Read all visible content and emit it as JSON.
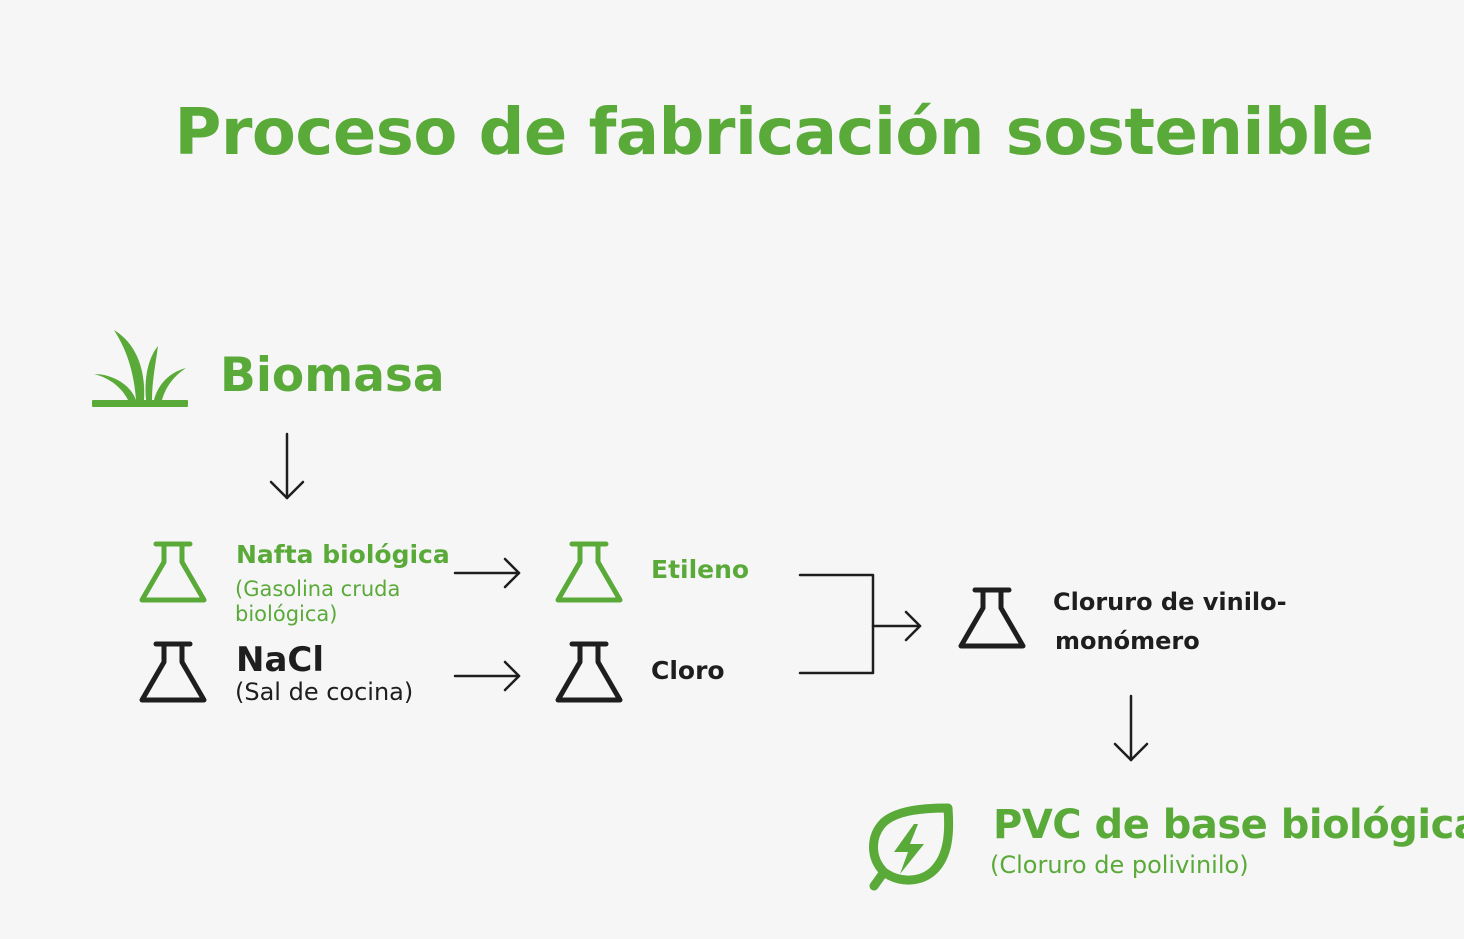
{
  "title": "Proceso de fabricación sostenible",
  "colors": {
    "green": "#5aaa3a",
    "dark": "#1e1e1e",
    "background": "#f6f6f6"
  },
  "nodes": {
    "biomasa": {
      "label": "Biomasa",
      "icon": "plant-sprout-icon"
    },
    "nafta": {
      "label": "Nafta biológica",
      "sub_line1": "(Gasolina cruda",
      "sub_line2": "biológica)",
      "icon": "flask-icon"
    },
    "nacl": {
      "label": "NaCl",
      "sub": "(Sal de cocina)",
      "icon": "flask-icon"
    },
    "etileno": {
      "label": "Etileno",
      "icon": "flask-icon"
    },
    "cloro": {
      "label": "Cloro",
      "icon": "flask-icon"
    },
    "vinilo": {
      "label_line1": "Cloruro de vinilo-",
      "label_line2": "monómero",
      "icon": "flask-icon"
    },
    "pvc": {
      "label": "PVC de base biológica",
      "sub": "(Cloruro de polivinilo)",
      "icon": "leaf-bolt-icon"
    }
  }
}
